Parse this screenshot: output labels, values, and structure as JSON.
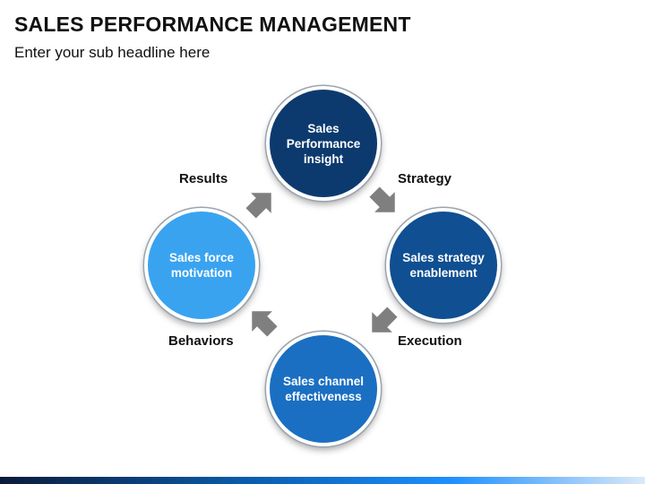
{
  "header": {
    "title": "SALES PERFORMANCE MANAGEMENT",
    "subtitle": "Enter your sub headline here"
  },
  "cycle": {
    "stages": [
      {
        "id": "top",
        "label": "Sales\nPerformance\ninsight",
        "color": "#0d3a6e"
      },
      {
        "id": "right",
        "label": "Sales strategy\nenablement",
        "color": "#0f4f92"
      },
      {
        "id": "bottom",
        "label": "Sales channel\neffectiveness",
        "color": "#1a6fc2"
      },
      {
        "id": "left",
        "label": "Sales force\nmotivation",
        "color": "#3aa3f0"
      }
    ],
    "phases": {
      "results": "Results",
      "strategy": "Strategy",
      "execution": "Execution",
      "behaviors": "Behaviors"
    },
    "arrow_color": "#7f7f7f"
  },
  "theme": {
    "accent": "#1a6fc2",
    "footer_gradient": [
      "#0b1a3a",
      "#0a5fb0",
      "#1e90ff",
      "#dbe9f7"
    ]
  }
}
